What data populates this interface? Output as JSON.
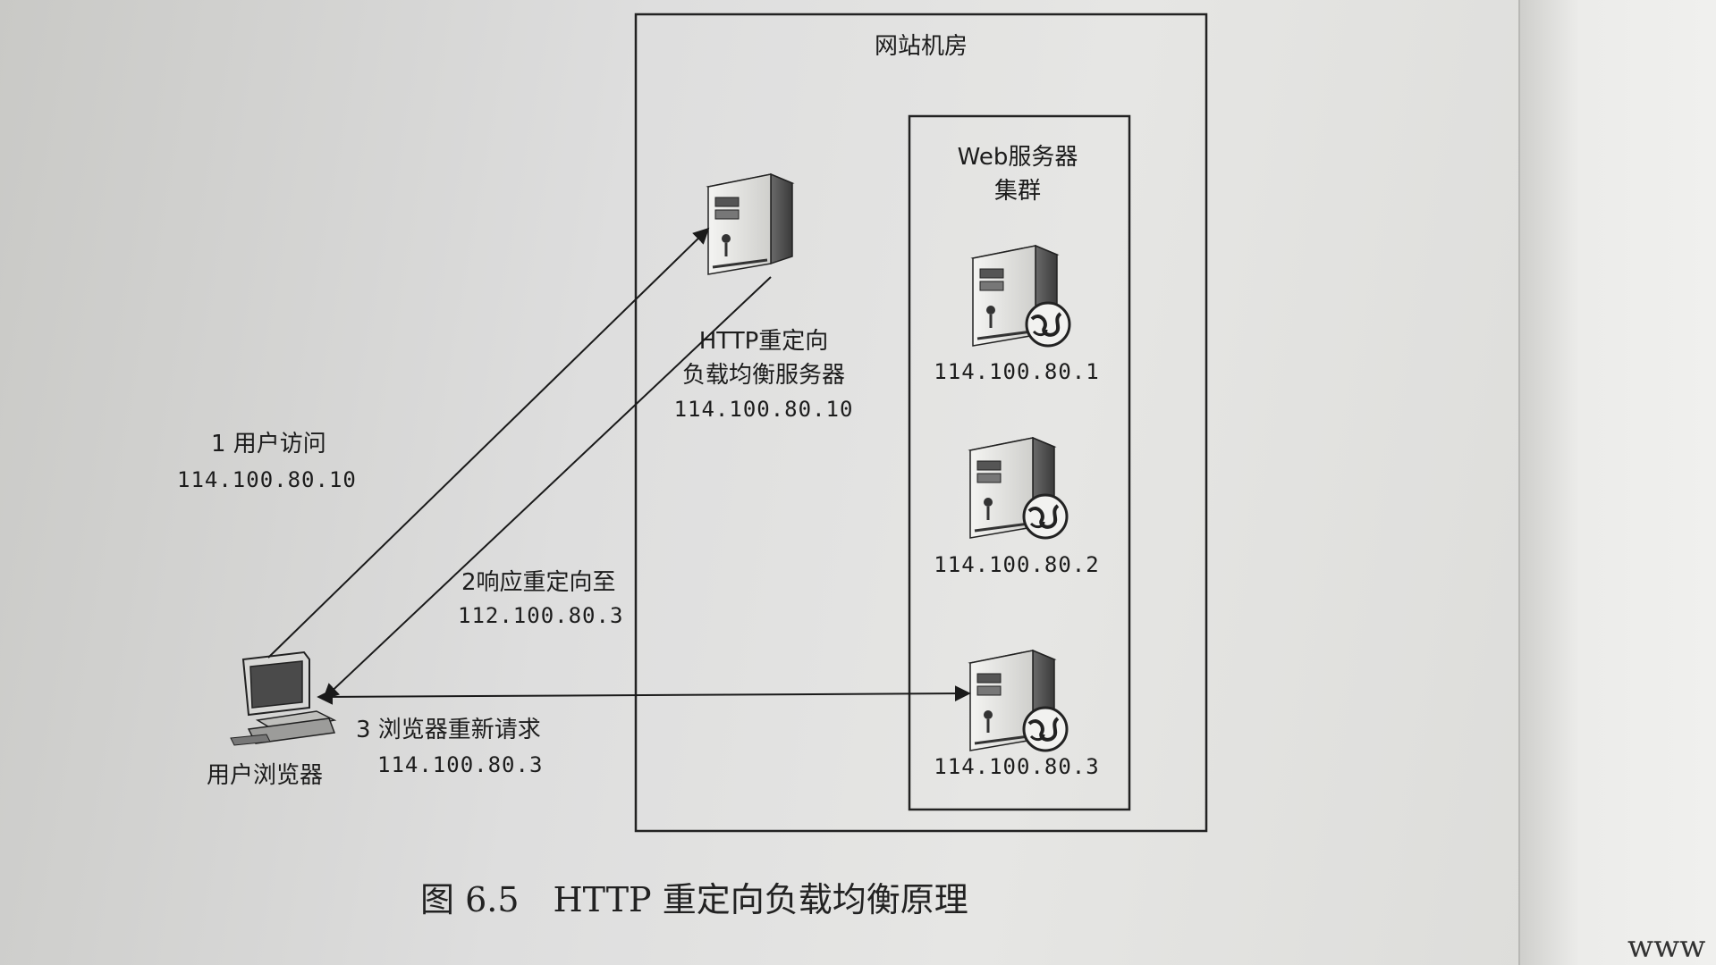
{
  "room": {
    "title": "网站机房"
  },
  "cluster": {
    "title_line1": "Web服务器",
    "title_line2": "集群"
  },
  "load_balancer": {
    "name_line1": "HTTP重定向",
    "name_line2": "负载均衡服务器",
    "ip": "114.100.80.10"
  },
  "web_servers": [
    {
      "ip": "114.100.80.1"
    },
    {
      "ip": "114.100.80.2"
    },
    {
      "ip": "114.100.80.3"
    }
  ],
  "client": {
    "label": "用户浏览器"
  },
  "steps": [
    {
      "label": "1 用户访问",
      "detail": "114.100.80.10"
    },
    {
      "label": "2响应重定向至",
      "detail": "112.100.80.3"
    },
    {
      "label": "3 浏览器重新请求",
      "detail": "114.100.80.3"
    }
  ],
  "caption": "图 6.5　HTTP 重定向负载均衡原理",
  "corner_text": "www"
}
